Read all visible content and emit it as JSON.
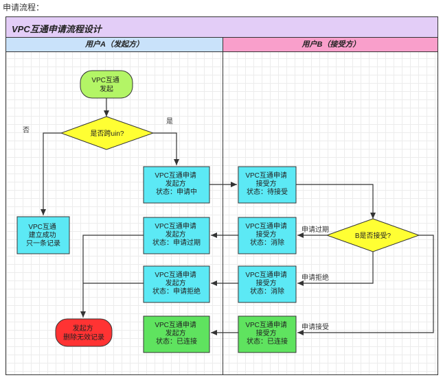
{
  "caption": "申请流程：",
  "diagram": {
    "title": "VPC互通申请流程设计",
    "lanes": {
      "a": "用户A（发起方）",
      "b": "用户B（接受方）"
    },
    "start": {
      "lines": [
        "VPC互通",
        "发起"
      ],
      "fill": "#b3f566"
    },
    "decision_uin": {
      "text": "是否跨uin?",
      "fill": "#ffff33"
    },
    "decision_accept": {
      "text": "B是否接受?",
      "fill": "#ffff33"
    },
    "label_no": "否",
    "label_yes": "是",
    "label_expired": "申请过期",
    "label_rejected": "申请拒绝",
    "label_accepted": "申请接受",
    "create_single": {
      "lines": [
        "VPC互通",
        "建立成功",
        "只一条记录"
      ]
    },
    "a_pending": {
      "lines": [
        "VPC互通申请",
        "发起方",
        "状态：申请中"
      ]
    },
    "b_waiting": {
      "lines": [
        "VPC互通申请",
        "接受方",
        "状态：待接受"
      ]
    },
    "a_expired": {
      "lines": [
        "VPC互通申请",
        "发起方",
        "状态：申请过期"
      ]
    },
    "b_expired": {
      "lines": [
        "VPC互通申请",
        "接受方",
        "状态：消除"
      ]
    },
    "a_rejected": {
      "lines": [
        "VPC互通申请",
        "发起方",
        "状态：申请拒绝"
      ]
    },
    "b_rejected": {
      "lines": [
        "VPC互通申请",
        "接受方",
        "状态：消除"
      ]
    },
    "a_connected": {
      "lines": [
        "VPC互通申请",
        "发起方",
        "状态：已连接"
      ]
    },
    "b_connected": {
      "lines": [
        "VPC互通申请",
        "接受方",
        "状态：已连接"
      ]
    },
    "delete_invalid": {
      "lines": [
        "发起方",
        "删除无效记录"
      ],
      "fill": "#ff3333"
    },
    "colors": {
      "process": "#5ce9f5",
      "connected": "#5fe35f",
      "line": "#333333"
    }
  }
}
